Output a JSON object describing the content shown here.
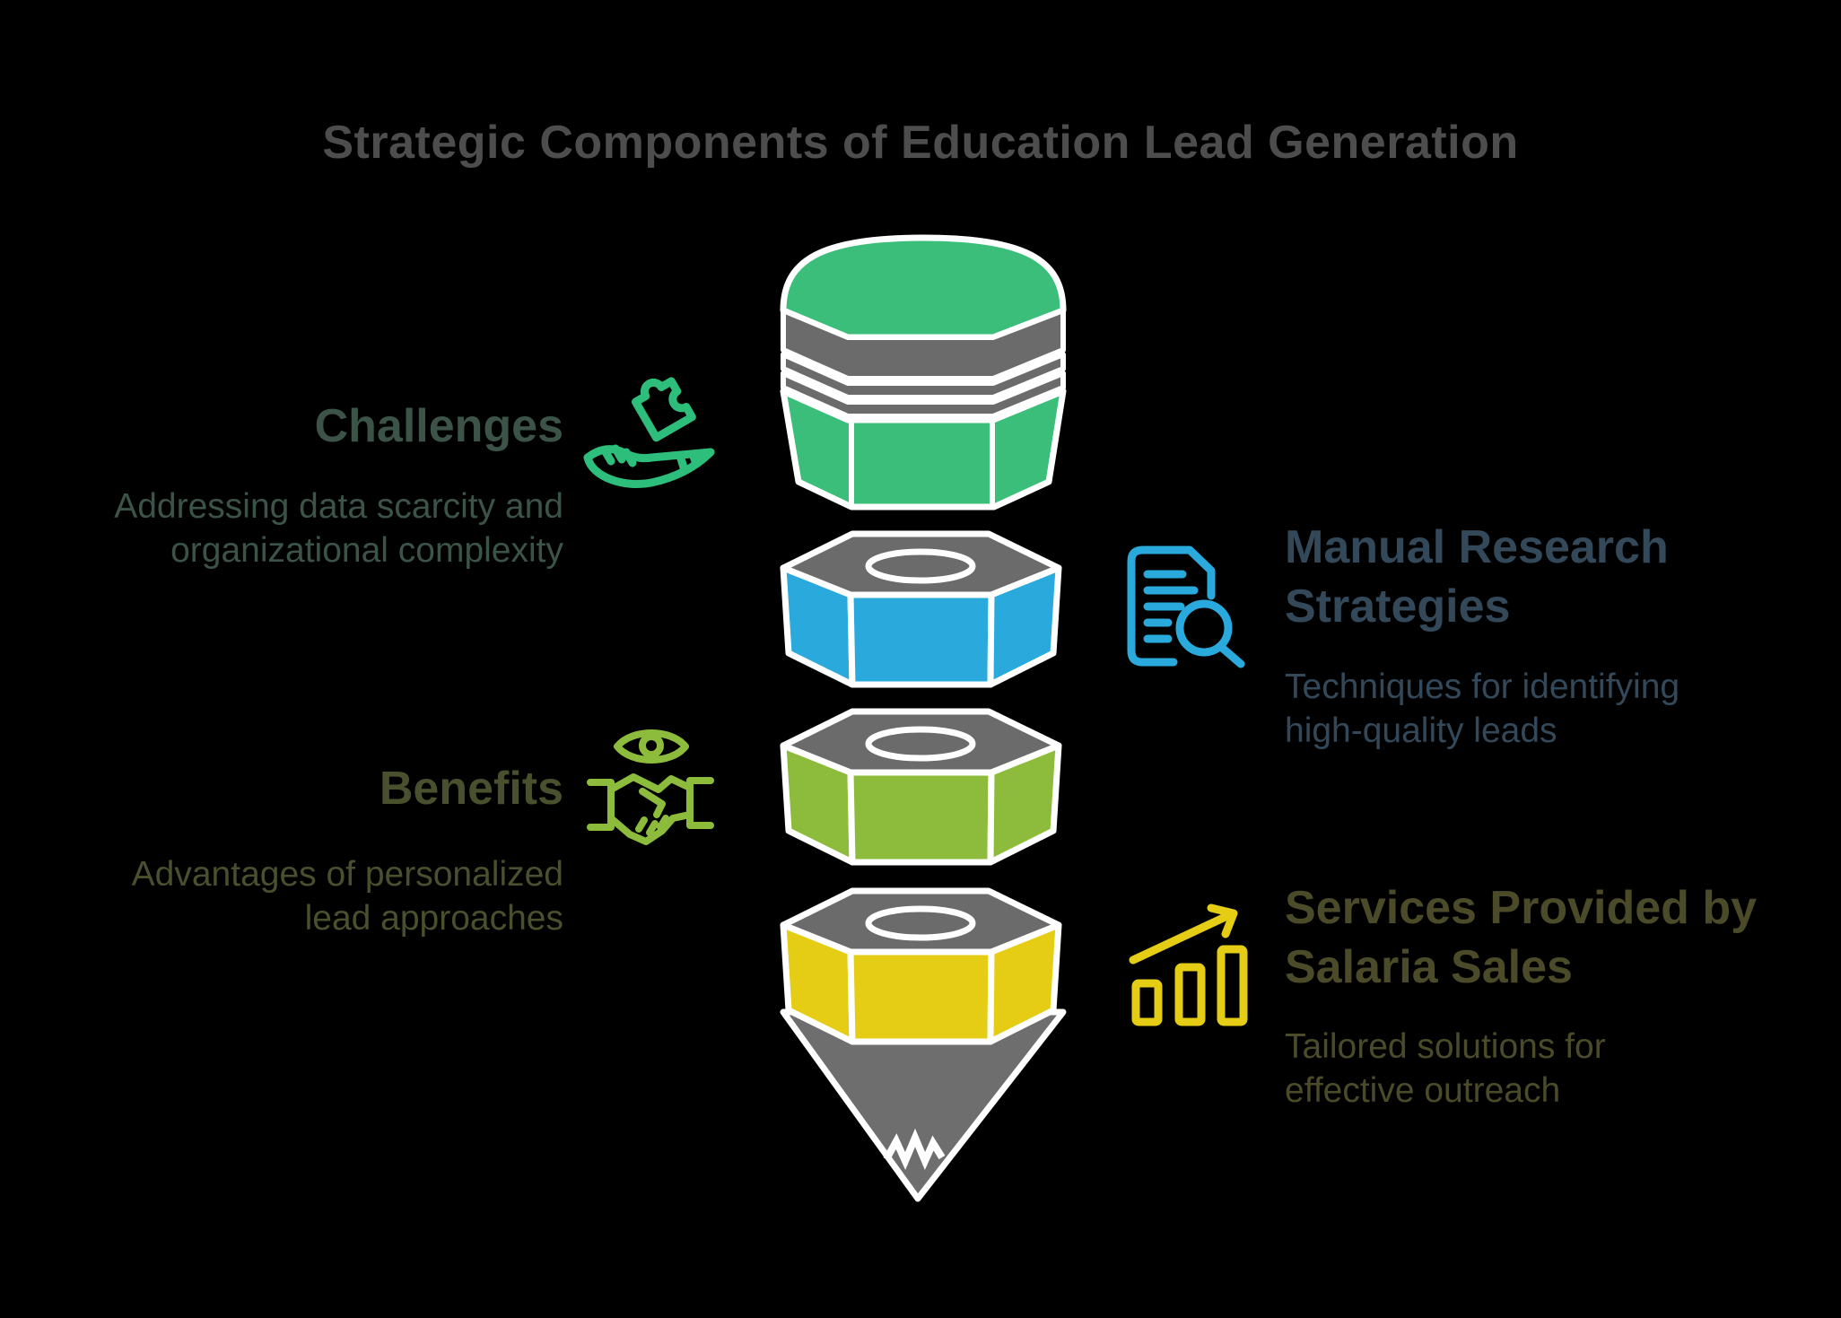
{
  "title": "Strategic Components of Education Lead Generation",
  "colors": {
    "background": "#000000",
    "title_text": "#4D4D4D",
    "outline_white": "#FFFFFF",
    "eraser_green": "#3CBE7B",
    "ferrule_gray": "#6B6B6B",
    "nut_blue": "#29A9DC",
    "nut_lime": "#8DBC3C",
    "nut_yellow": "#E5CD16",
    "tip_gray": "#6E6E6E"
  },
  "pencil": {
    "segments": [
      {
        "name": "eraser-top",
        "color": "#3CBE7B"
      },
      {
        "name": "nut-blue",
        "color": "#29A9DC"
      },
      {
        "name": "nut-lime",
        "color": "#8DBC3C"
      },
      {
        "name": "nut-yellow",
        "color": "#E5CD16"
      },
      {
        "name": "pencil-tip",
        "color": "#6E6E6E"
      }
    ]
  },
  "sections": {
    "challenges": {
      "heading": "Challenges",
      "description_line1": "Addressing data scarcity and",
      "description_line2": "organizational complexity",
      "icon": "hand-puzzle-icon",
      "accent": "#2EBE7C",
      "text_color": "#3C5448"
    },
    "manual_research": {
      "heading_line1": "Manual Research",
      "heading_line2": "Strategies",
      "description_line1": "Techniques for identifying",
      "description_line2": "high-quality leads",
      "icon": "document-magnifier-icon",
      "accent": "#29A9DC",
      "text_color": "#33495A"
    },
    "benefits": {
      "heading": "Benefits",
      "description_line1": "Advantages of personalized",
      "description_line2": "lead approaches",
      "icon": "eye-handshake-icon",
      "accent": "#8DBC3C",
      "text_color": "#48502D"
    },
    "services": {
      "heading_line1": "Services Provided by",
      "heading_line2": "Salaria Sales",
      "description_line1": "Tailored solutions for",
      "description_line2": "effective outreach",
      "icon": "bar-chart-arrow-icon",
      "accent": "#E5CD16",
      "text_color": "#4B4B29"
    }
  }
}
